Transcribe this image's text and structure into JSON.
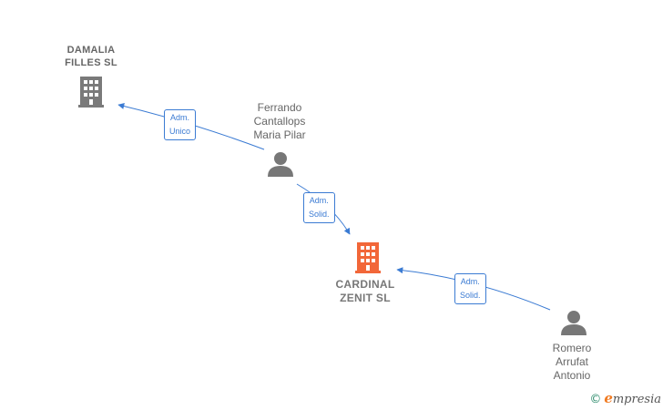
{
  "colors": {
    "edge": "#3b7bd3",
    "company_icon": "#7a7a7a",
    "main_company_icon": "#f26739",
    "person_icon": "#777777",
    "label": "#666666"
  },
  "nodes": {
    "damalia": {
      "name_line1": "DAMALIA",
      "name_line2": "FILLES  SL",
      "icon": "building-icon"
    },
    "ferrando": {
      "name_line1": "Ferrando",
      "name_line2": "Cantallops",
      "name_line3": "Maria Pilar",
      "icon": "person-icon"
    },
    "cardinal": {
      "name_line1": "CARDINAL",
      "name_line2": "ZENIT  SL",
      "icon": "building-icon"
    },
    "romero": {
      "name_line1": "Romero",
      "name_line2": "Arrufat",
      "name_line3": "Antonio",
      "icon": "person-icon"
    }
  },
  "edges": [
    {
      "from": "ferrando",
      "to": "damalia",
      "label_line1": "Adm.",
      "label_line2": "Unico"
    },
    {
      "from": "ferrando",
      "to": "cardinal",
      "label_line1": "Adm.",
      "label_line2": "Solid."
    },
    {
      "from": "romero",
      "to": "cardinal",
      "label_line1": "Adm.",
      "label_line2": "Solid."
    }
  ],
  "footer": {
    "copyright": "©",
    "brand_initial": "e",
    "brand_rest": "mpresia"
  }
}
